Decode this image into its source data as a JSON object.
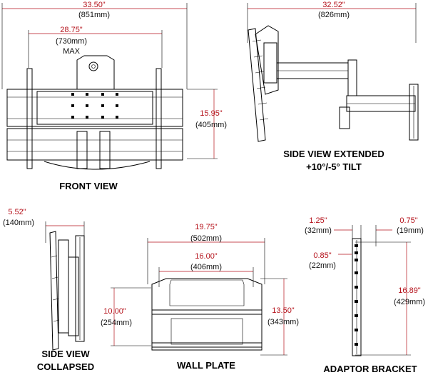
{
  "front_view": {
    "caption": "FRONT VIEW",
    "width_in": "33.50\"",
    "width_mm": "(851mm)",
    "max_in": "28.75\"",
    "max_mm": "(730mm)",
    "max_label": "MAX",
    "height_in": "15.95\"",
    "height_mm": "(405mm)"
  },
  "side_view_extended": {
    "caption_line1": "SIDE VIEW EXTENDED",
    "caption_line2": "+10°/-5°  TILT",
    "depth_in": "32.52\"",
    "depth_mm": "(826mm)"
  },
  "side_view_collapsed": {
    "caption_line1": "SIDE VIEW",
    "caption_line2": "COLLAPSED",
    "depth_in": "5.52\"",
    "depth_mm": "(140mm)"
  },
  "wall_plate": {
    "caption": "WALL PLATE",
    "width_in": "19.75\"",
    "width_mm": "(502mm)",
    "inner_width_in": "16.00\"",
    "inner_width_mm": "(406mm)",
    "inner_height_in": "10.00\"",
    "inner_height_mm": "(254mm)",
    "height_in": "13.50\"",
    "height_mm": "(343mm)"
  },
  "adaptor_bracket": {
    "caption": "ADAPTOR BRACKET",
    "offset_a_in": "1.25\"",
    "offset_a_mm": "(32mm)",
    "offset_b_in": "0.75\"",
    "offset_b_mm": "(19mm)",
    "spacing_in": "0.85\"",
    "spacing_mm": "(22mm)",
    "height_in": "16.89\"",
    "height_mm": "(429mm)"
  },
  "colors": {
    "dimension": "#b5121b",
    "drawing": "#000000"
  }
}
